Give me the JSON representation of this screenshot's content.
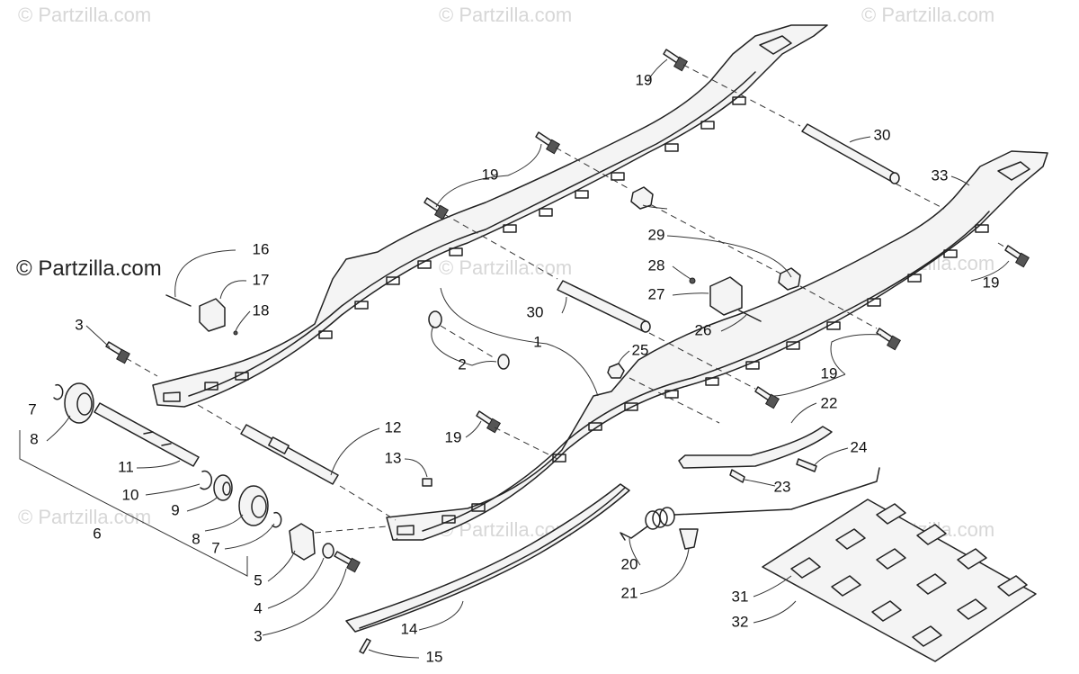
{
  "watermark": "© Partzilla.com",
  "credit": "© Partzilla.com",
  "callouts": [
    "1",
    "2",
    "3",
    "4",
    "5",
    "6",
    "7",
    "8",
    "9",
    "10",
    "11",
    "12",
    "13",
    "14",
    "15",
    "16",
    "17",
    "18",
    "19",
    "20",
    "21",
    "22",
    "23",
    "24",
    "25",
    "26",
    "27",
    "28",
    "29",
    "30",
    "31",
    "32",
    "33"
  ],
  "colors": {
    "line": "#222222",
    "watermark": "#d7d7d7",
    "background": "#ffffff"
  }
}
